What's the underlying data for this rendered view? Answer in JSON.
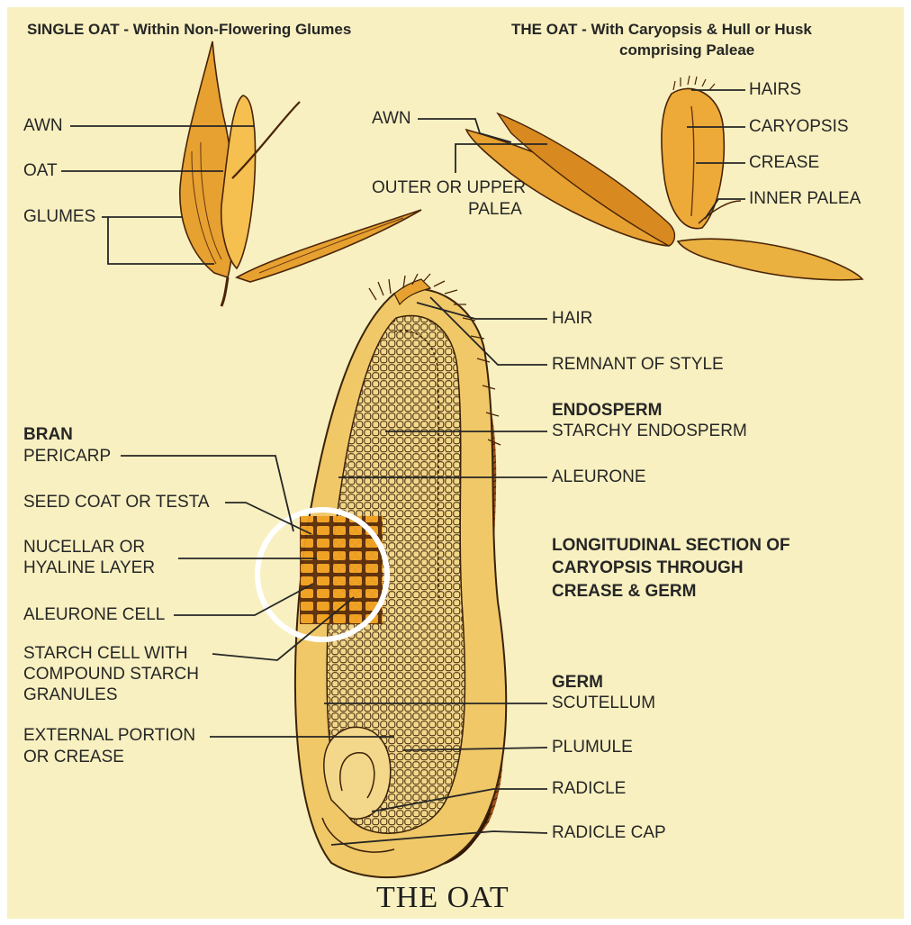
{
  "headers": {
    "left": "SINGLE OAT - Within Non-Flowering Glumes",
    "right_line1": "THE OAT - With Caryopsis & Hull or Husk",
    "right_line2": "comprising Paleae"
  },
  "single_oat_labels": {
    "awn": "AWN",
    "oat": "OAT",
    "glumes": "GLUMES"
  },
  "husk_labels": {
    "awn": "AWN",
    "outer_palea_1": "OUTER OR UPPER",
    "outer_palea_2": "PALEA",
    "hairs": "HAIRS",
    "caryopsis": "CARYOPSIS",
    "crease": "CREASE",
    "inner_palea": "INNER PALEA"
  },
  "section_labels": {
    "hair": "HAIR",
    "remnant_of_style": "REMNANT OF STYLE",
    "endosperm_heading": "ENDOSPERM",
    "starchy_endosperm": "STARCHY ENDOSPERM",
    "aleurone": "ALEURONE",
    "longitudinal_1": "LONGITUDINAL SECTION OF",
    "longitudinal_2": "CARYOPSIS THROUGH",
    "longitudinal_3": "CREASE & GERM",
    "germ_heading": "GERM",
    "scutellum": "SCUTELLUM",
    "plumule": "PLUMULE",
    "radicle": "RADICLE",
    "radicle_cap": "RADICLE CAP"
  },
  "bran_labels": {
    "bran_heading": "BRAN",
    "pericarp": "PERICARP",
    "seed_coat": "SEED COAT OR TESTA",
    "nucellar_1": "NUCELLAR OR",
    "nucellar_2": "HYALINE LAYER",
    "aleurone_cell": "ALEURONE CELL",
    "starch_cell_1": "STARCH CELL WITH",
    "starch_cell_2": "COMPOUND STARCH",
    "starch_cell_3": "GRANULES",
    "external_1": "EXTERNAL PORTION",
    "external_2": "OR CREASE"
  },
  "title": "THE OAT",
  "colors": {
    "background": "#f8f0c0",
    "grain_orange": "#e4a024",
    "grain_dark": "#6b3510",
    "leader_line": "#262626"
  }
}
